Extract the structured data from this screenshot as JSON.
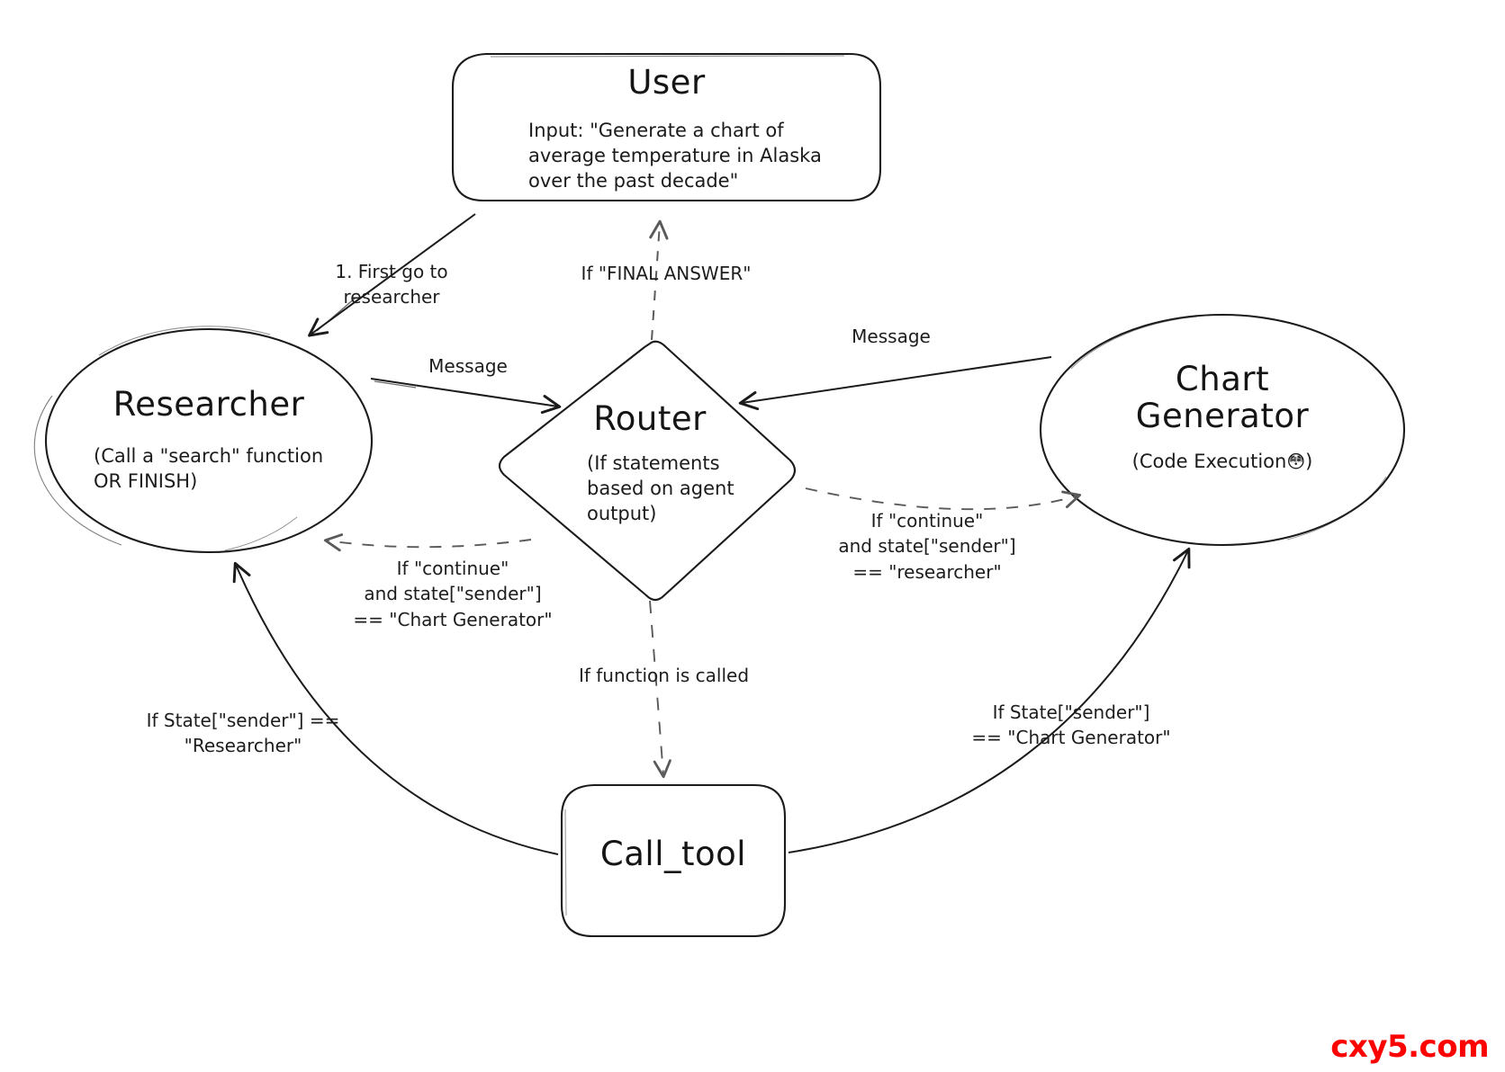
{
  "diagram": {
    "title": "Multi-agent Researcher / Chart Generator flow",
    "watermark": "cxy5.com",
    "accent_color": "#fd0000",
    "stroke_color": "#1b1b1b",
    "background": "#ffffff"
  },
  "nodes": [
    {
      "id": "user",
      "shape": "rounded-rectangle",
      "title": "User",
      "subtitle": "Input: \"Generate a chart of\naverage temperature in Alaska\nover the past decade\""
    },
    {
      "id": "researcher",
      "shape": "ellipse",
      "title": "Researcher",
      "subtitle": "(Call a \"search\" function\nOR FINISH)"
    },
    {
      "id": "router",
      "shape": "diamond",
      "title": "Router",
      "subtitle": "(If statements\nbased on agent\noutput)"
    },
    {
      "id": "chart-generator",
      "shape": "ellipse",
      "title": "Chart\nGenerator",
      "subtitle": "(Code Execution",
      "subtitle_emoji": "😳",
      "subtitle_tail": ")"
    },
    {
      "id": "call-tool",
      "shape": "rounded-rectangle",
      "title": "Call_tool",
      "subtitle": ""
    }
  ],
  "edges": [
    {
      "id": "user-to-researcher",
      "from": "user",
      "to": "researcher",
      "style": "solid",
      "label": "1. First go to\nresearcher"
    },
    {
      "id": "router-to-user",
      "from": "router",
      "to": "user",
      "style": "dashed",
      "label": "If \"FINAL ANSWER\""
    },
    {
      "id": "researcher-to-router",
      "from": "researcher",
      "to": "router",
      "style": "solid",
      "label": "Message"
    },
    {
      "id": "chartgen-to-router",
      "from": "chart-generator",
      "to": "router",
      "style": "solid",
      "label": "Message"
    },
    {
      "id": "router-to-researcher",
      "from": "router",
      "to": "researcher",
      "style": "dashed",
      "label": "If \"continue\"\nand state[\"sender\"]\n== \"Chart Generator\""
    },
    {
      "id": "router-to-chartgen",
      "from": "router",
      "to": "chart-generator",
      "style": "dashed",
      "label": "If \"continue\"\nand state[\"sender\"]\n== \"researcher\""
    },
    {
      "id": "router-to-calltool",
      "from": "router",
      "to": "call-tool",
      "style": "dashed",
      "label": "If function is called"
    },
    {
      "id": "calltool-to-researcher",
      "from": "call-tool",
      "to": "researcher",
      "style": "solid",
      "label": "If State[\"sender\"] ==\n\"Researcher\""
    },
    {
      "id": "calltool-to-chartgen",
      "from": "call-tool",
      "to": "chart-generator",
      "style": "solid",
      "label": "If State[\"sender\"]\n== \"Chart Generator\""
    }
  ]
}
